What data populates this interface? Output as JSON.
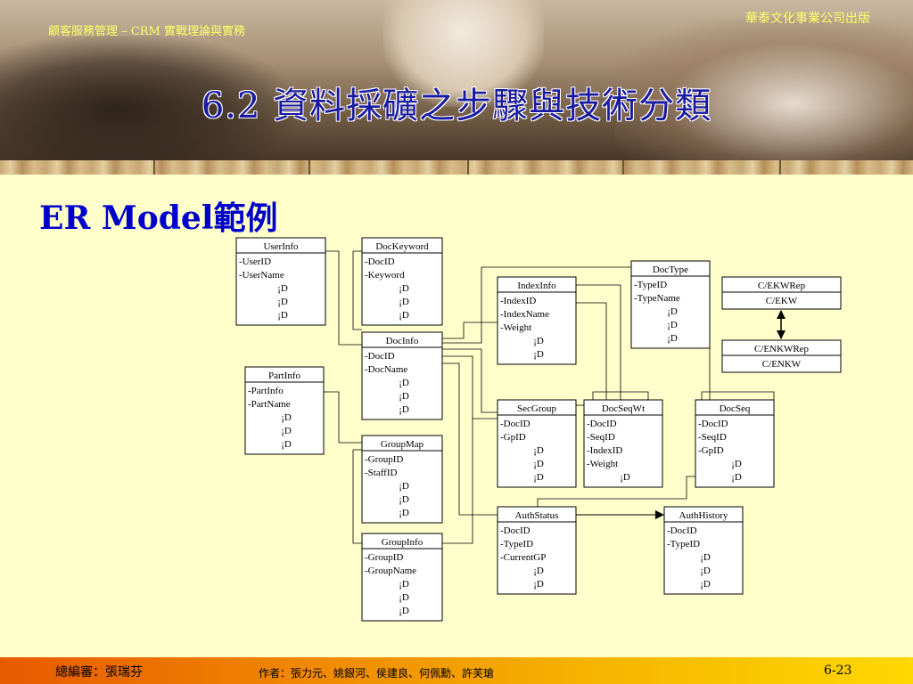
{
  "header": {
    "top_left": "顧客服務管理 – CRM 實戰理論與實務",
    "top_right": "華泰文化事業公司出版",
    "title": "6.2 資料採礦之步驟與技術分類"
  },
  "section_title": "ER Model範例",
  "entities": [
    {
      "id": "userinfo",
      "name": "UserInfo",
      "attrs": [
        "-UserID",
        "-UserName",
        "¡D",
        "¡D",
        "¡D"
      ]
    },
    {
      "id": "dockeyword",
      "name": "DocKeyword",
      "attrs": [
        "-DocID",
        "-Keyword",
        "¡D",
        "¡D",
        "¡D"
      ]
    },
    {
      "id": "doctype",
      "name": "DocType",
      "attrs": [
        "-TypeID",
        "-TypeName",
        "¡D",
        "¡D",
        "¡D"
      ]
    },
    {
      "id": "indexinfo",
      "name": "IndexInfo",
      "attrs": [
        "-IndexID",
        "-IndexName",
        "-Weight",
        "¡D",
        "¡D"
      ]
    },
    {
      "id": "cekwrep",
      "name": "C/EKWRep",
      "attrs": [
        "C/EKW"
      ]
    },
    {
      "id": "docinfo",
      "name": "DocInfo",
      "attrs": [
        "-DocID",
        "-DocName",
        "¡D",
        "¡D",
        "¡D"
      ]
    },
    {
      "id": "cenkwrep",
      "name": "C/ENKWRep",
      "attrs": [
        "C/ENKW"
      ]
    },
    {
      "id": "partinfo",
      "name": "PartInfo",
      "attrs": [
        "-PartInfo",
        "-PartName",
        "¡D",
        "¡D",
        "¡D"
      ]
    },
    {
      "id": "secgroup",
      "name": "SecGroup",
      "attrs": [
        "-DocID",
        "-GpID",
        "¡D",
        "¡D",
        "¡D"
      ]
    },
    {
      "id": "docseqwt",
      "name": "DocSeqWt",
      "attrs": [
        "-DocID",
        "-SeqID",
        "-IndexID",
        "-Weight",
        "¡D"
      ]
    },
    {
      "id": "docseq",
      "name": "DocSeq",
      "attrs": [
        "-DocID",
        "-SeqID",
        "-GpID",
        "¡D",
        "¡D"
      ]
    },
    {
      "id": "groupmap",
      "name": "GroupMap",
      "attrs": [
        "-GroupID",
        "-StaffID",
        "¡D",
        "¡D",
        "¡D"
      ]
    },
    {
      "id": "authstatus",
      "name": "AuthStatus",
      "attrs": [
        "-DocID",
        "-TypeID",
        "-CurrentGP",
        "¡D",
        "¡D"
      ]
    },
    {
      "id": "authhistory",
      "name": "AuthHistory",
      "attrs": [
        "-DocID",
        "-TypeID",
        "¡D",
        "¡D",
        "¡D"
      ]
    },
    {
      "id": "groupinfo",
      "name": "GroupInfo",
      "attrs": [
        "-GroupID",
        "-GroupName",
        "¡D",
        "¡D",
        "¡D"
      ]
    }
  ],
  "footer": {
    "editor": "總編審：張瑞芬",
    "authors": "作者：張力元、姚銀河、侯建良、何佩勳、許芙瑲",
    "page": "6-23"
  }
}
